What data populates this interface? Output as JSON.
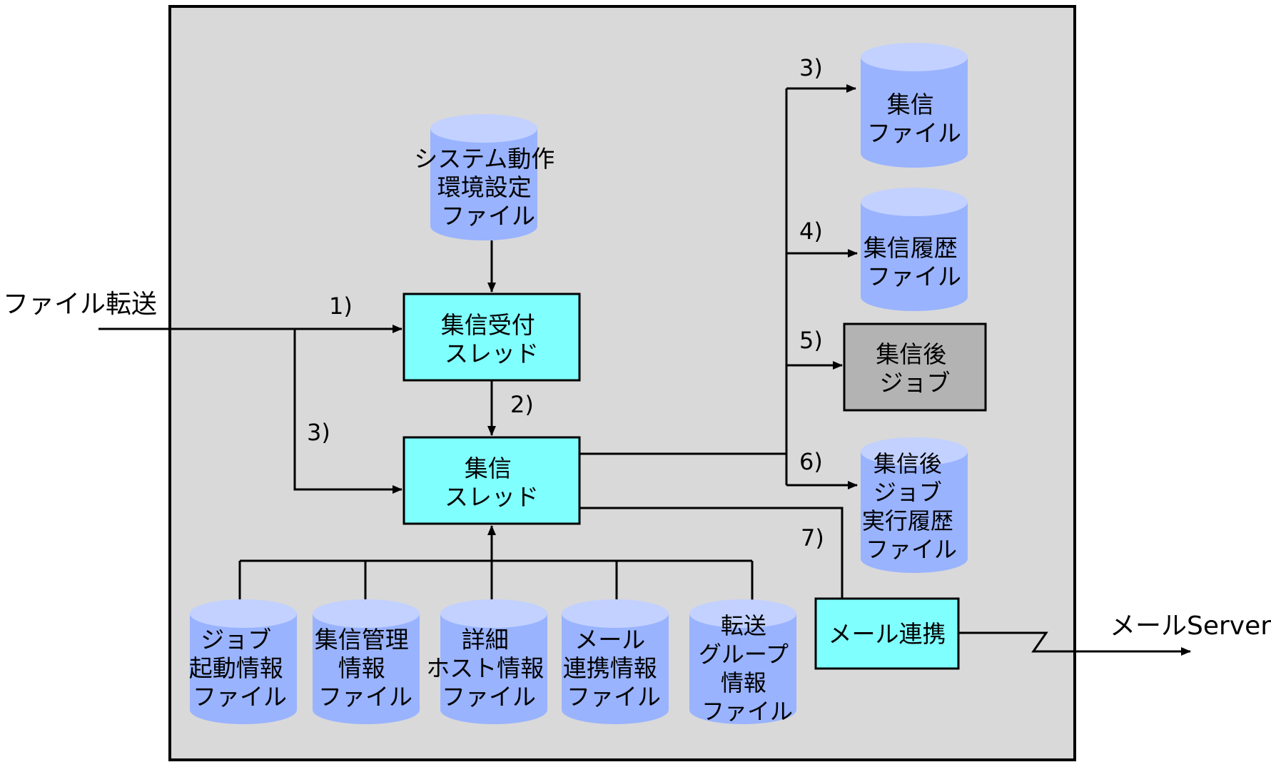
{
  "inputs": {
    "file_transfer": "ファイル転送",
    "mail_server": "メールServer"
  },
  "threads": {
    "receive": [
      "集信受付",
      "スレッド"
    ],
    "collect": [
      "集信",
      "スレッド"
    ]
  },
  "system_env_file": [
    "システム動作",
    "環境設定",
    "ファイル"
  ],
  "outputs": {
    "collect_file": [
      "集信",
      "ファイル"
    ],
    "collect_history": [
      "集信履歴",
      "ファイル"
    ],
    "post_job": [
      "集信後",
      "ジョブ"
    ],
    "post_job_history": [
      "集信後",
      "ジョブ",
      "実行履歴",
      "ファイル"
    ]
  },
  "mail_link": "メール連携",
  "bottom_files": {
    "job_start": [
      "ジョブ",
      "起動情報",
      "ファイル"
    ],
    "collect_mgmt": [
      "集信管理",
      "情報",
      "ファイル"
    ],
    "detail_host": [
      "詳細",
      "ホスト情報",
      "ファイル"
    ],
    "mail_link_info": [
      "メール",
      "連携情報",
      "ファイル"
    ],
    "transfer_group": [
      "転送",
      "グループ",
      "情報",
      "ファイル"
    ]
  },
  "step_labels": {
    "s1": "1)",
    "s2": "2)",
    "s3_left": "3)",
    "s3_right": "3)",
    "s4": "4)",
    "s5": "5)",
    "s6": "6)",
    "s7": "7)"
  },
  "colors": {
    "frame_bg": "#d9d9d9",
    "thread_box": "#80ffff",
    "db_body": "#99b3ff",
    "db_top": "#c2d1ff",
    "job_box": "#b3b3b3"
  }
}
